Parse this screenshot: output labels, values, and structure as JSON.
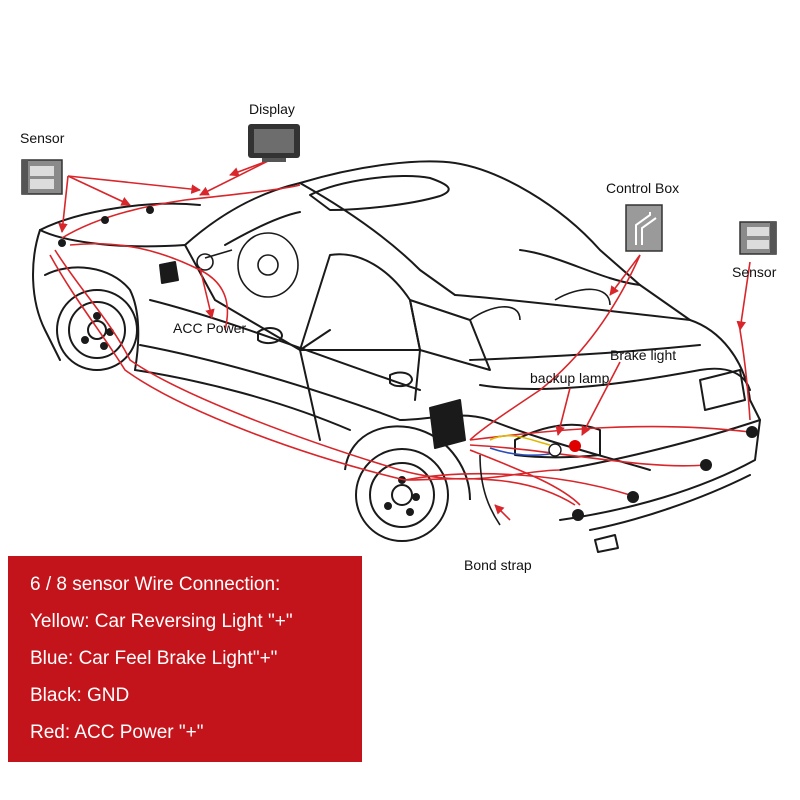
{
  "labels": {
    "sensor_left": "Sensor",
    "display": "Display",
    "control_box": "Control Box",
    "sensor_right": "Sensor",
    "acc_power": "ACC Power",
    "brake_light": "Brake light",
    "backup_lamp": "backup lamp",
    "bond_strap": "Bond strap"
  },
  "legend": {
    "title": "6 / 8 sensor Wire Connection:",
    "yellow": "Yellow: Car Reversing Light \"+\"",
    "blue": "Blue: Car Feel Brake Light\"+\"",
    "black": "Black: GND",
    "red": "Red:  ACC Power \"+\""
  },
  "colors": {
    "wire": "#d8262b",
    "legend_bg": "#c4141b",
    "outline": "#1a1a1a"
  },
  "icons": [
    "sensor-icon",
    "display-icon",
    "control-box-icon"
  ]
}
